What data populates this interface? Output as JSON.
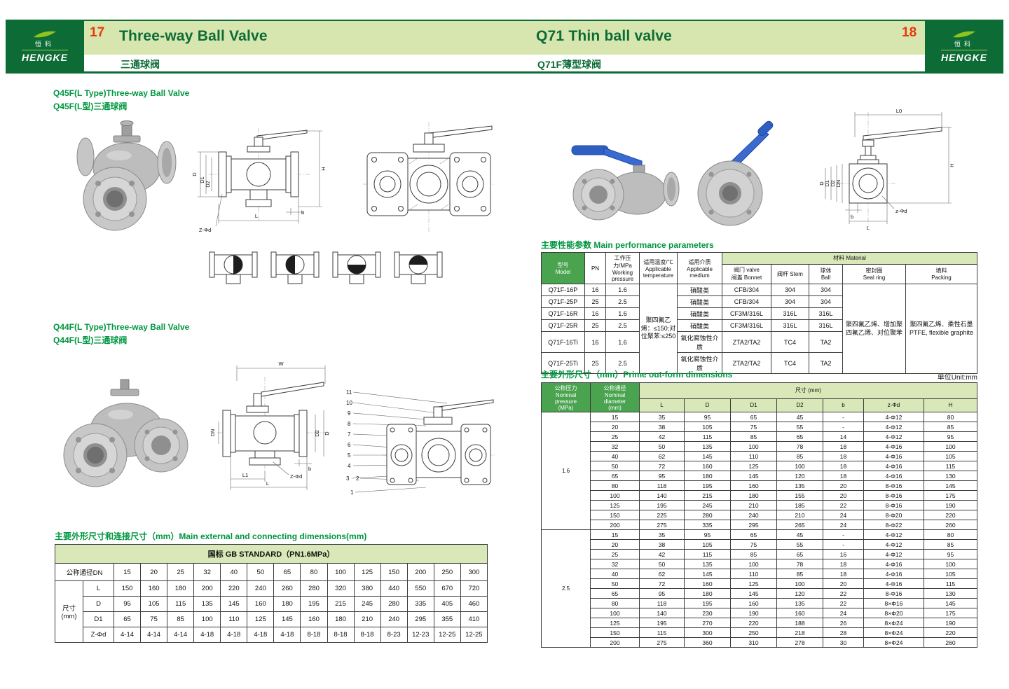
{
  "header": {
    "left_page_number": "17",
    "right_page_number": "18",
    "left_title": "Three-way Ball Valve",
    "left_subtitle": "三通球阀",
    "right_title": "Q71 Thin ball valve",
    "right_subtitle": "Q71F薄型球阀",
    "logo": {
      "cn": "恒科",
      "en": "HENGKE"
    }
  },
  "colors": {
    "brand_green": "#0d6b36",
    "accent_green": "#009640",
    "band_green": "#d7e6ae",
    "table_header_green": "#4aa34f",
    "table_header_light": "#d9e8b8",
    "page_number_red": "#e8380c",
    "handle_blue": "#2f5fc0"
  },
  "left_page": {
    "section1": {
      "title_en": "Q45F(L Type)Three-way Ball Valve",
      "title_cn": "Q45F(L型)三通球阀"
    },
    "section2": {
      "title_en": "Q44F(L Type)Three-way Ball Valve",
      "title_cn": "Q44F(L型)三通球阀"
    },
    "dims_table": {
      "title": "主要外形尺寸和连接尺寸（mm）Main external and connecting dimensions(mm)",
      "standard_header": "国标 GB STANDARD（PN1.6MPa）",
      "dn_label": "公称通径DN",
      "size_label": "尺寸\n(mm)",
      "dn_values": [
        "15",
        "20",
        "25",
        "32",
        "40",
        "50",
        "65",
        "80",
        "100",
        "125",
        "150",
        "200",
        "250",
        "300"
      ],
      "rows": [
        {
          "label": "L",
          "values": [
            "150",
            "160",
            "180",
            "200",
            "220",
            "240",
            "260",
            "280",
            "320",
            "380",
            "440",
            "550",
            "670",
            "720"
          ]
        },
        {
          "label": "D",
          "values": [
            "95",
            "105",
            "115",
            "135",
            "145",
            "160",
            "180",
            "195",
            "215",
            "245",
            "280",
            "335",
            "405",
            "460"
          ]
        },
        {
          "label": "D1",
          "values": [
            "65",
            "75",
            "85",
            "100",
            "110",
            "125",
            "145",
            "160",
            "180",
            "210",
            "240",
            "295",
            "355",
            "410"
          ]
        },
        {
          "label": "Z-Φd",
          "values": [
            "4-14",
            "4-14",
            "4-14",
            "4-18",
            "4-18",
            "4-18",
            "4-18",
            "8-18",
            "8-18",
            "8-18",
            "8-23",
            "12-23",
            "12-25",
            "12-25"
          ]
        }
      ]
    }
  },
  "right_page": {
    "perf_table": {
      "title": "主要性能参数  Main performance parameters",
      "model_label": "型号\nModel",
      "pn_label": "PN",
      "pressure_label": "工作压力/MPa\nWorking\npressure",
      "temp_label": "适用温度/℃\nApplicable\ntemperature",
      "medium_label": "适用介质\nApplicable\nmedium",
      "material_label": "材料 Material",
      "bonnet_label": "阀门 valve\n阀盖 Bonnet",
      "stem_label": "阀杆 Stem",
      "ball_label": "球体\nBall",
      "seal_label": "密封圈\nSeal ring",
      "packing_label": "填料\nPacking",
      "temp_value": "聚四氟乙烯：≤150;对位聚苯:≤250",
      "seal_value": "聚四氟乙烯、增加聚四氟乙烯、对位聚苯",
      "packing_value": "聚四氟乙烯、柔性石墨 PTFE, flexible graphite",
      "rows": [
        {
          "model": "Q71F-16P",
          "pn": "16",
          "pressure": "1.6",
          "medium": "硝酸类",
          "bonnet": "CFB/304",
          "stem": "304",
          "ball": "304"
        },
        {
          "model": "Q71F-25P",
          "pn": "25",
          "pressure": "2.5",
          "medium": "硝酸类",
          "bonnet": "CFB/304",
          "stem": "304",
          "ball": "304"
        },
        {
          "model": "Q71F-16R",
          "pn": "16",
          "pressure": "1.6",
          "medium": "硝酸类",
          "bonnet": "CF3M/316L",
          "stem": "316L",
          "ball": "316L"
        },
        {
          "model": "Q71F-25R",
          "pn": "25",
          "pressure": "2.5",
          "medium": "硝酸类",
          "bonnet": "CF3M/316L",
          "stem": "316L",
          "ball": "316L"
        },
        {
          "model": "Q71F-16Ti",
          "pn": "16",
          "pressure": "1.6",
          "medium": "氧化腐蚀性介质",
          "bonnet": "ZTA2/TA2",
          "stem": "TC4",
          "ball": "TA2"
        },
        {
          "model": "Q71F-25Ti",
          "pn": "25",
          "pressure": "2.5",
          "medium": "氧化腐蚀性介质",
          "bonnet": "ZTA2/TA2",
          "stem": "TC4",
          "ball": "TA2"
        }
      ]
    },
    "dims_table": {
      "title": "主要外形尺寸（mm）Prime out-form dimensions",
      "unit_note": "单位Unit:mm",
      "pressure_label": "公称压力\nNominal\npressure\n(MPa)",
      "diameter_label": "公称通径\nNominal\ndiameter\n(mm)",
      "size_label": "尺寸 (mm)",
      "columns": [
        "L",
        "D",
        "D1",
        "D2",
        "b",
        "z-Φd",
        "H"
      ],
      "groups": [
        {
          "pressure": "1.6",
          "rows": [
            [
              "15",
              "35",
              "95",
              "65",
              "45",
              "-",
              "4-Φ12",
              "80"
            ],
            [
              "20",
              "38",
              "105",
              "75",
              "55",
              "-",
              "4-Φ12",
              "85"
            ],
            [
              "25",
              "42",
              "115",
              "85",
              "65",
              "14",
              "4-Φ12",
              "95"
            ],
            [
              "32",
              "50",
              "135",
              "100",
              "78",
              "18",
              "4-Φ16",
              "100"
            ],
            [
              "40",
              "62",
              "145",
              "110",
              "85",
              "18",
              "4-Φ16",
              "105"
            ],
            [
              "50",
              "72",
              "160",
              "125",
              "100",
              "18",
              "4-Φ16",
              "115"
            ],
            [
              "65",
              "95",
              "180",
              "145",
              "120",
              "18",
              "4-Φ16",
              "130"
            ],
            [
              "80",
              "118",
              "195",
              "160",
              "135",
              "20",
              "8-Φ16",
              "145"
            ],
            [
              "100",
              "140",
              "215",
              "180",
              "155",
              "20",
              "8-Φ16",
              "175"
            ],
            [
              "125",
              "195",
              "245",
              "210",
              "185",
              "22",
              "8-Φ16",
              "190"
            ],
            [
              "150",
              "225",
              "280",
              "240",
              "210",
              "24",
              "8-Φ20",
              "220"
            ],
            [
              "200",
              "275",
              "335",
              "295",
              "265",
              "24",
              "8-Φ22",
              "260"
            ]
          ]
        },
        {
          "pressure": "2.5",
          "rows": [
            [
              "15",
              "35",
              "95",
              "65",
              "45",
              "-",
              "4-Φ12",
              "80"
            ],
            [
              "20",
              "38",
              "105",
              "75",
              "55",
              "-",
              "4-Φ12",
              "85"
            ],
            [
              "25",
              "42",
              "115",
              "85",
              "65",
              "16",
              "4-Φ12",
              "95"
            ],
            [
              "32",
              "50",
              "135",
              "100",
              "78",
              "18",
              "4-Φ16",
              "100"
            ],
            [
              "40",
              "62",
              "145",
              "110",
              "85",
              "18",
              "4-Φ16",
              "105"
            ],
            [
              "50",
              "72",
              "160",
              "125",
              "100",
              "20",
              "4-Φ16",
              "115"
            ],
            [
              "65",
              "95",
              "180",
              "145",
              "120",
              "22",
              "8-Φ16",
              "130"
            ],
            [
              "80",
              "118",
              "195",
              "160",
              "135",
              "22",
              "8×Φ16",
              "145"
            ],
            [
              "100",
              "140",
              "230",
              "190",
              "160",
              "24",
              "8×Φ20",
              "175"
            ],
            [
              "125",
              "195",
              "270",
              "220",
              "188",
              "26",
              "8×Φ24",
              "190"
            ],
            [
              "150",
              "115",
              "300",
              "250",
              "218",
              "28",
              "8×Φ24",
              "220"
            ],
            [
              "200",
              "275",
              "360",
              "310",
              "278",
              "30",
              "8×Φ24",
              "260"
            ]
          ]
        }
      ]
    }
  },
  "drawings": {
    "q45f_side": {
      "labels": {
        "d": "D",
        "d1": "D1",
        "d2": "D2",
        "h": "H",
        "l": "L",
        "b": "b",
        "zfd": "Z-Φd"
      }
    },
    "q44f_side": {
      "labels": {
        "w": "W",
        "dn": "DN",
        "d2": "D2",
        "d": "D",
        "l1": "L1",
        "l": "L",
        "b": "b",
        "zfd": "Z-Φd"
      }
    },
    "q44f_parts": {
      "labels": [
        "11",
        "10",
        "9",
        "8",
        "7",
        "6",
        "5",
        "4",
        "3",
        "2",
        "1"
      ]
    },
    "q71_side": {
      "labels": {
        "l0": "L0",
        "h": "H",
        "d": "D",
        "d1": "D1",
        "d2": "D2",
        "dn": "DN",
        "b": "b",
        "l": "L",
        "zfd": "z-Φd"
      }
    }
  }
}
